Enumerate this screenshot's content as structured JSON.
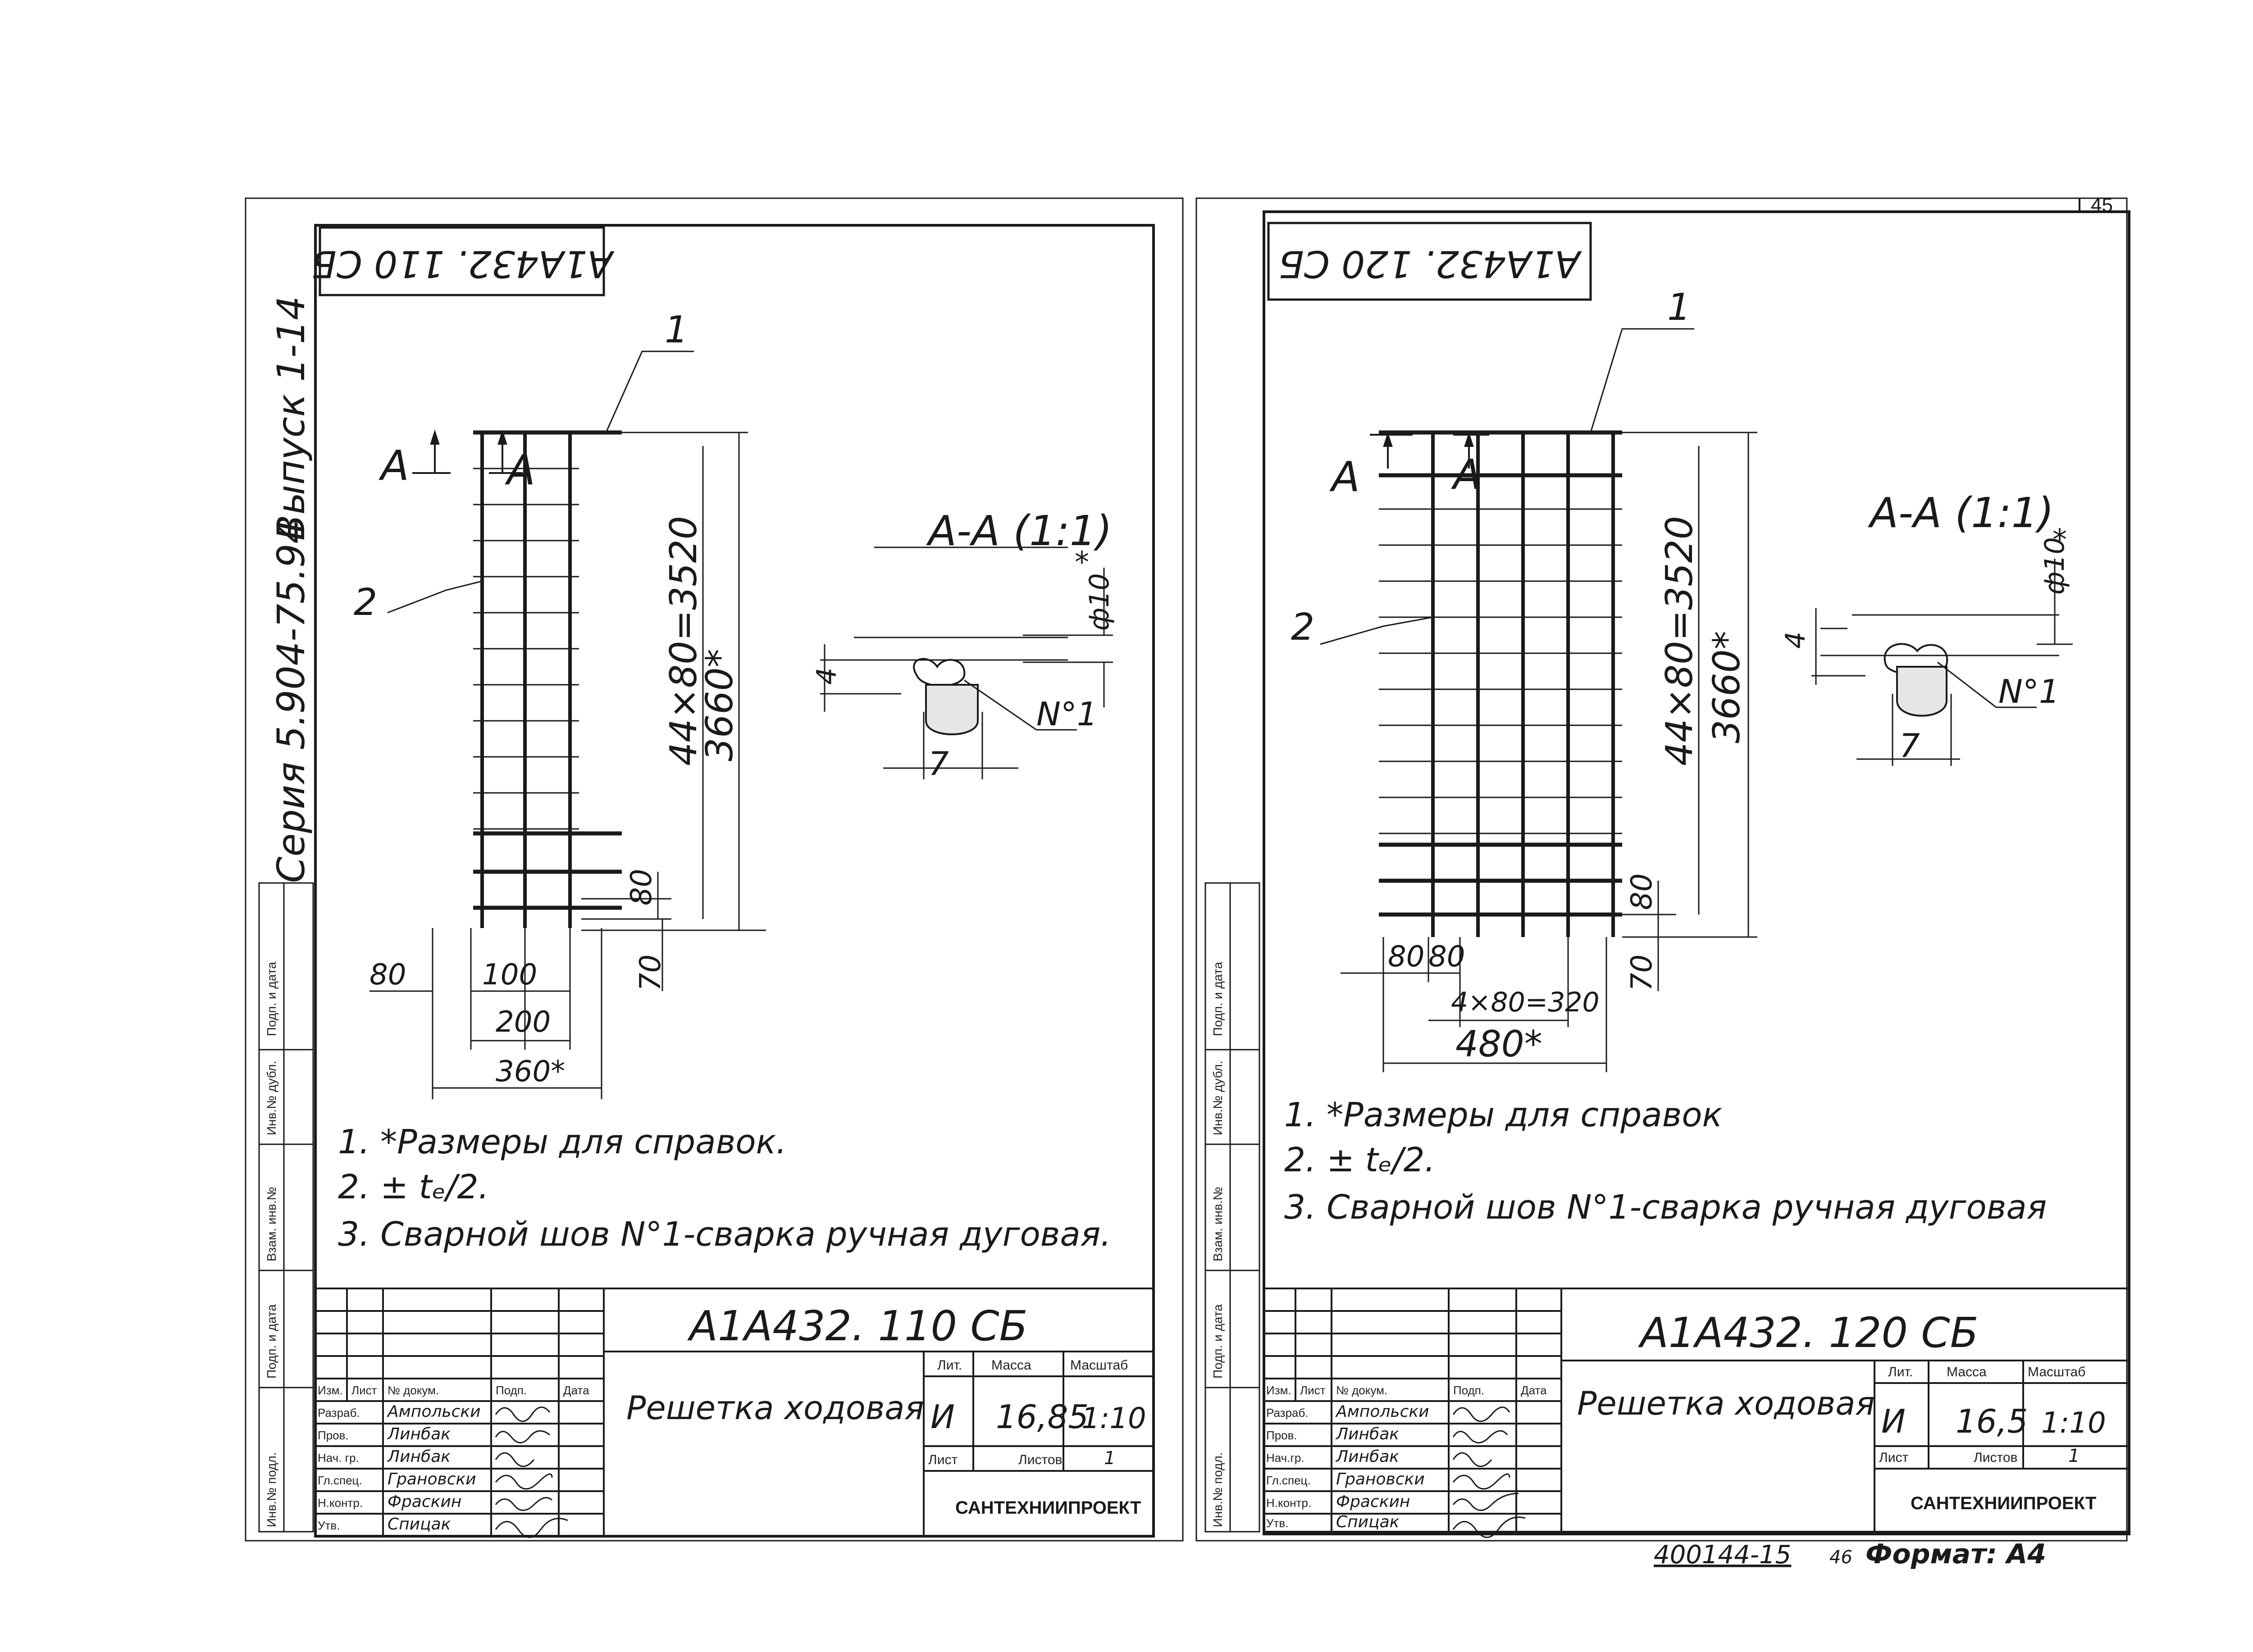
{
  "page_number": "45",
  "side_margin": {
    "series": "Серия 5.904-75.94",
    "issue": "Выпуск 1-14",
    "stamp_fields": [
      "Подп. и дата",
      "Инв.№ дубл.",
      "Взам. инв.№",
      "Подп. и дата",
      "Инв.№ подл."
    ]
  },
  "sheets": [
    {
      "rotated_code": "А1А432. 110 СБ",
      "views": {
        "main": {
          "pos1": "1",
          "pos2": "2",
          "section_mark_left": "А",
          "section_mark_right": "А",
          "dim_vertical": "44×80=3520",
          "dim_total_vertical": "3660*",
          "dim_80_v": "80",
          "dim_70_v": "70",
          "dim_80_h": "80",
          "dim_100_h": "100",
          "dim_200_h": "200",
          "dim_total_h": "360*"
        },
        "section": {
          "title": "А-А (1:1)",
          "star": "*",
          "phi": "ф10",
          "dim4": "4",
          "dim7": "7",
          "weld": "N°1"
        }
      },
      "notes": [
        "1. *Размеры для справок.",
        "2. ± tₑ/2.",
        "3. Сварной шов N°1-сварка ручная дуговая."
      ],
      "title_block": {
        "code": "А1А432. 110 СБ",
        "name": "Решетка ходовая",
        "headers": {
          "izm": "Изм.",
          "list": "Лист",
          "doc": "№ докум.",
          "sign": "Подп.",
          "date": "Дата"
        },
        "roles": [
          "Разраб.",
          "Пров.",
          "Нач. гр.",
          "Гл.спец.",
          "Н.контр.",
          "Утв."
        ],
        "people": [
          "Ампольски",
          "Линбак",
          "Линбак",
          "Грановски",
          "Фраскин",
          "Спицак"
        ],
        "lit_label": "Лит.",
        "mass_label": "Масса",
        "scale_label": "Масштаб",
        "lit": "И",
        "mass": "16,85",
        "scale": "1:10",
        "sheet_label": "Лист",
        "sheets_label": "Листов",
        "sheets": "1",
        "org": "САНТЕХНИИПРОЕКТ"
      }
    },
    {
      "rotated_code": "А1А432. 120 СБ",
      "views": {
        "main": {
          "pos1": "1",
          "pos2": "2",
          "section_mark_left": "А",
          "section_mark_right": "А",
          "dim_vertical": "44×80=3520",
          "dim_total_vertical": "3660*",
          "dim_80_v": "80",
          "dim_70_v": "70",
          "dim_80a_h": "80",
          "dim_80b_h": "80",
          "dim_320_h": "4×80=320",
          "dim_total_h": "480*"
        },
        "section": {
          "title": "А-А (1:1)",
          "star": "*",
          "phi": "ф10",
          "dim4": "4",
          "dim7": "7",
          "weld": "N°1"
        }
      },
      "notes": [
        "1. *Размеры для справок",
        "2. ± tₑ/2.",
        "3. Сварной шов N°1-сварка ручная дуговая"
      ],
      "title_block": {
        "code": "А1А432. 120 СБ",
        "name": "Решетка ходовая",
        "headers": {
          "izm": "Изм.",
          "list": "Лист",
          "doc": "№ докум.",
          "sign": "Подп.",
          "date": "Дата"
        },
        "roles": [
          "Разраб.",
          "Пров.",
          "Нач.гр.",
          "Гл.спец.",
          "Н.контр.",
          "Утв."
        ],
        "people": [
          "Ампольски",
          "Линбак",
          "Линбак",
          "Грановски",
          "Фраскин",
          "Спицак"
        ],
        "lit_label": "Лит.",
        "mass_label": "Масса",
        "scale_label": "Масштаб",
        "lit": "И",
        "mass": "16,5",
        "scale": "1:10",
        "sheet_label": "Лист",
        "sheets_label": "Листов",
        "sheets": "1",
        "org": "САНТЕХНИИПРОЕКТ"
      }
    }
  ],
  "footer": {
    "inventory": "400144-15",
    "format_prefix": "46",
    "format": "Формат: А4"
  }
}
